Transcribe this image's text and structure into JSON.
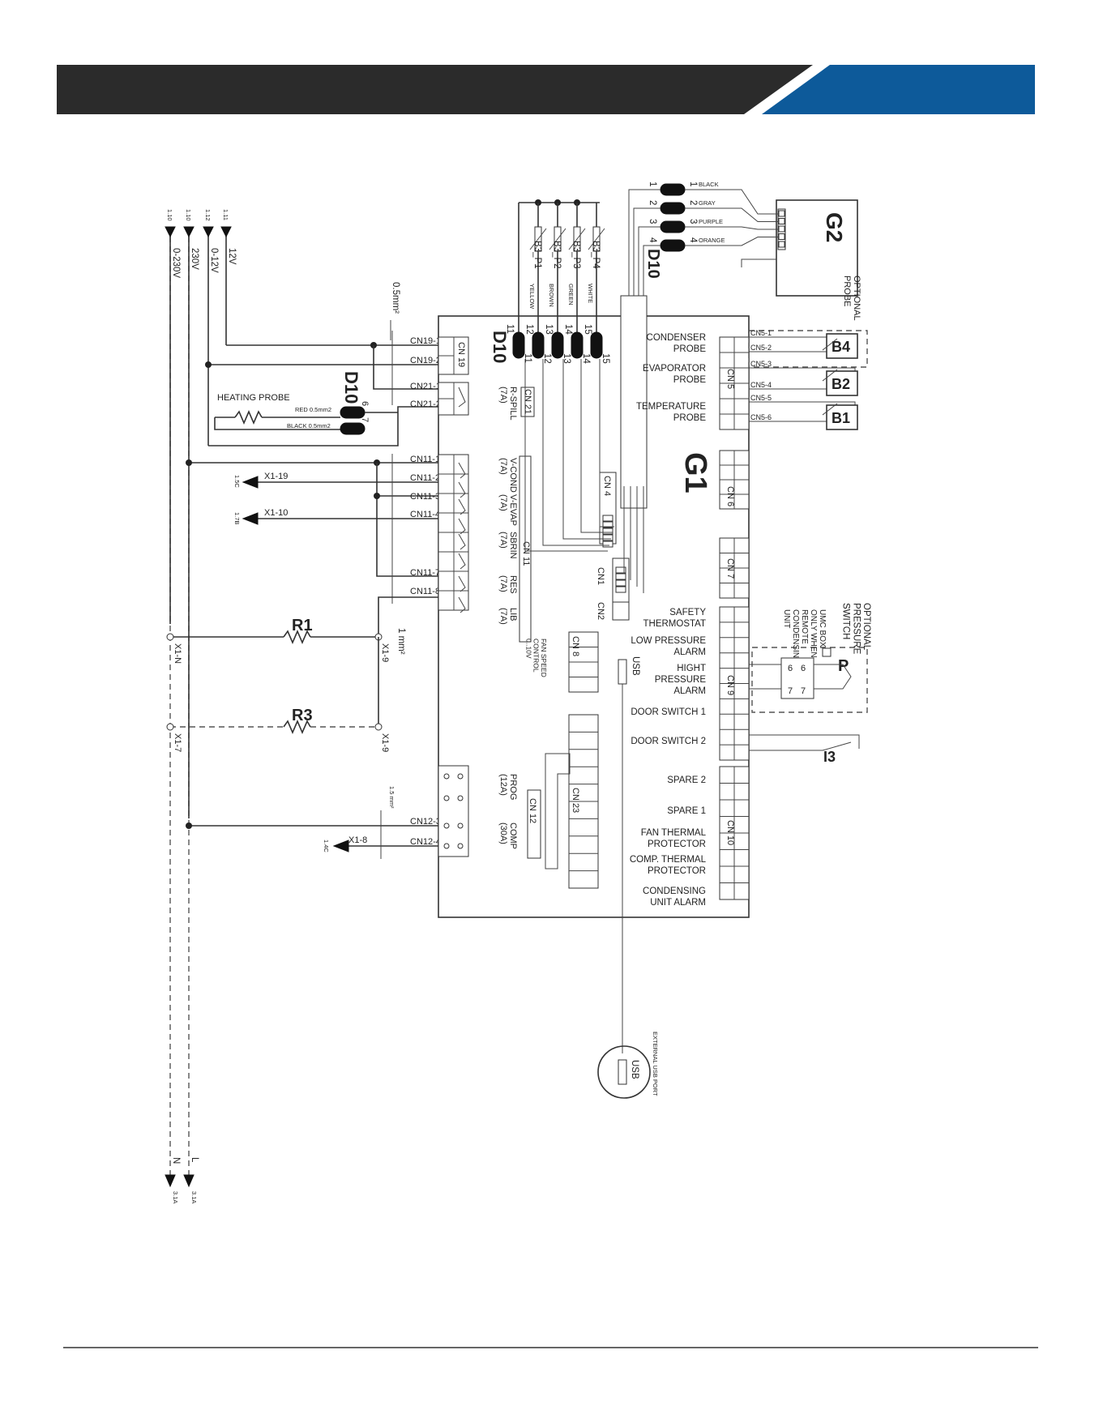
{
  "header": {
    "bar_color": "#2b2b2b",
    "accent_color": "#0d5a9a"
  },
  "board": {
    "main_title": "G1",
    "connectors": [
      "CN 19",
      "CN 21",
      "CN 11",
      "CN 4",
      "CN1",
      "CN2",
      "CN 8",
      "CN 23",
      "CN 12",
      "CN 5",
      "CN 6",
      "CN 7",
      "CN 9",
      "CN 10"
    ],
    "cn21_relay": "R-SPILL\n(7A)",
    "cn11_relays": [
      {
        "label": "V-COND\n(7A)"
      },
      {
        "label": "V-EVAP\n(7A)"
      },
      {
        "label": "SBRIN\n(7A)"
      },
      {
        "label": "RES\n(7A)"
      },
      {
        "label": "LIB\n(7A)"
      }
    ],
    "cn8_label": "FAN SPEED\nCONTROL\n0..10V",
    "cn12_relays": [
      {
        "label": "PROG\n(12A)"
      },
      {
        "label": "COMP\n(30A)"
      }
    ],
    "usb_label": "USB",
    "right_labels": [
      "CONDENSER\nPROBE",
      "EVAPORATOR\nPROBE",
      "TEMPERATURE\nPROBE",
      "SAFETY\nTHERMOSTAT",
      "LOW PRESSURE\nALARM",
      "HIGHT\nPRESSURE\nALARM",
      "DOOR SWITCH 1",
      "DOOR SWITCH 2",
      "SPARE 2",
      "SPARE 1",
      "FAN THERMAL\nPROTECTOR",
      "COMP. THERMAL\nPROTECTOR",
      "CONDENSING\nUNIT ALARM"
    ]
  },
  "supply_lines": [
    {
      "ref": "1.10",
      "label": "0-230V",
      "end": "N",
      "end_ref": "3.1A"
    },
    {
      "ref": "1.10",
      "label": "230V",
      "end": "L",
      "end_ref": "3.1A"
    },
    {
      "ref": "1.12",
      "label": "0-12V"
    },
    {
      "ref": "1.11",
      "label": "12V"
    }
  ],
  "wire_notes": {
    "w05": "0.5mm²",
    "w1": "1 mm²",
    "w15": "1.5 mm²"
  },
  "left_terminals": {
    "cn19": [
      "CN19-1",
      "CN19-2"
    ],
    "cn21": [
      "CN21-1",
      "CN21-2"
    ],
    "cn11": [
      "CN11-1",
      "CN11-2",
      "CN11-3",
      "CN11-4",
      "CN11-7",
      "CN11-8"
    ],
    "cn12": [
      "CN12-3",
      "CN12-4"
    ]
  },
  "heating_probe": {
    "label": "HEATING PROBE",
    "conn": "D10",
    "pins": [
      "6",
      "7"
    ],
    "wires": [
      "RED 0.5mm2",
      "BLACK 0.5mm2"
    ]
  },
  "outputs": [
    {
      "x": "X1-19",
      "ref": "1.5C"
    },
    {
      "x": "X1-10",
      "ref": "1.7B"
    },
    {
      "x": "X1-8",
      "ref": "1.4C"
    }
  ],
  "resistors": [
    {
      "name": "R1",
      "left": "X1-N",
      "right": "X1-9"
    },
    {
      "name": "R3",
      "left": "X1-7",
      "right": "X1-9"
    }
  ],
  "top_probes": {
    "names": [
      "B3_P1",
      "B3_P2",
      "B3_P3",
      "B3_P4"
    ],
    "colors": [
      "YELLOW",
      "BROWN",
      "GREEN",
      "WHITE"
    ],
    "pins": [
      "11",
      "12",
      "13",
      "14",
      "15"
    ],
    "conn": "D10"
  },
  "g2": {
    "title": "G2",
    "conn": "D10",
    "pins": [
      "1",
      "2",
      "3",
      "4"
    ],
    "wires": [
      "BLACK",
      "GRAY",
      "PURPLE",
      "ORANGE"
    ],
    "optional": "OPTIONAL\nPROBE"
  },
  "cn5_pins": [
    "CN5-1",
    "CN5-2",
    "CN5-3",
    "CN5-4",
    "CN5-5",
    "CN5-6"
  ],
  "probes": [
    "B4",
    "B2",
    "B1"
  ],
  "pressure": {
    "title": "P",
    "optional": "OPTIONAL\nPRESSURE\nSWITCH",
    "note": "UMC BOX\nONLY WHEN\nREMOTE\nCONDENSING\nUNIT",
    "pins": [
      "6",
      "6",
      "7",
      "7"
    ]
  },
  "door_switch": "I3",
  "usb_port": {
    "label": "USB",
    "caption": "EXTERNAL USB PORT"
  }
}
